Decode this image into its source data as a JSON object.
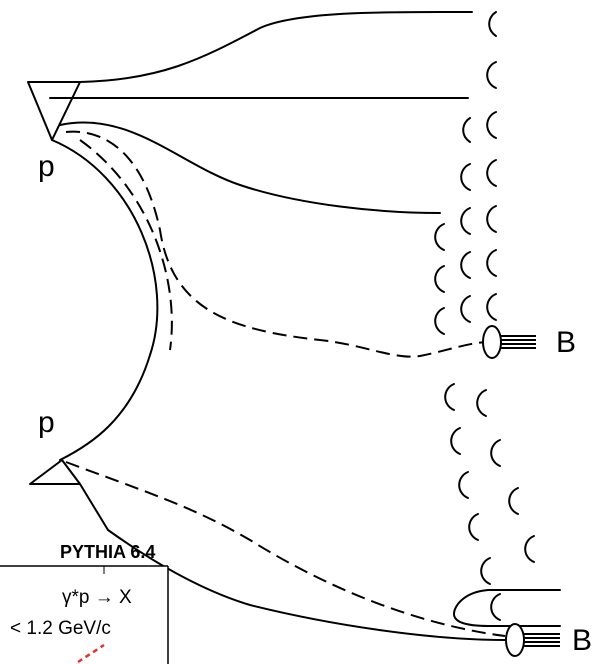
{
  "labels": {
    "proton_top": "p",
    "proton_bottom": "p",
    "hadron_top": "B",
    "hadron_bottom": "B"
  },
  "inset": {
    "title": "PYTHIA 6.4",
    "process": "γ*p → X",
    "cut": "< 1.2 GeV/c"
  }
}
